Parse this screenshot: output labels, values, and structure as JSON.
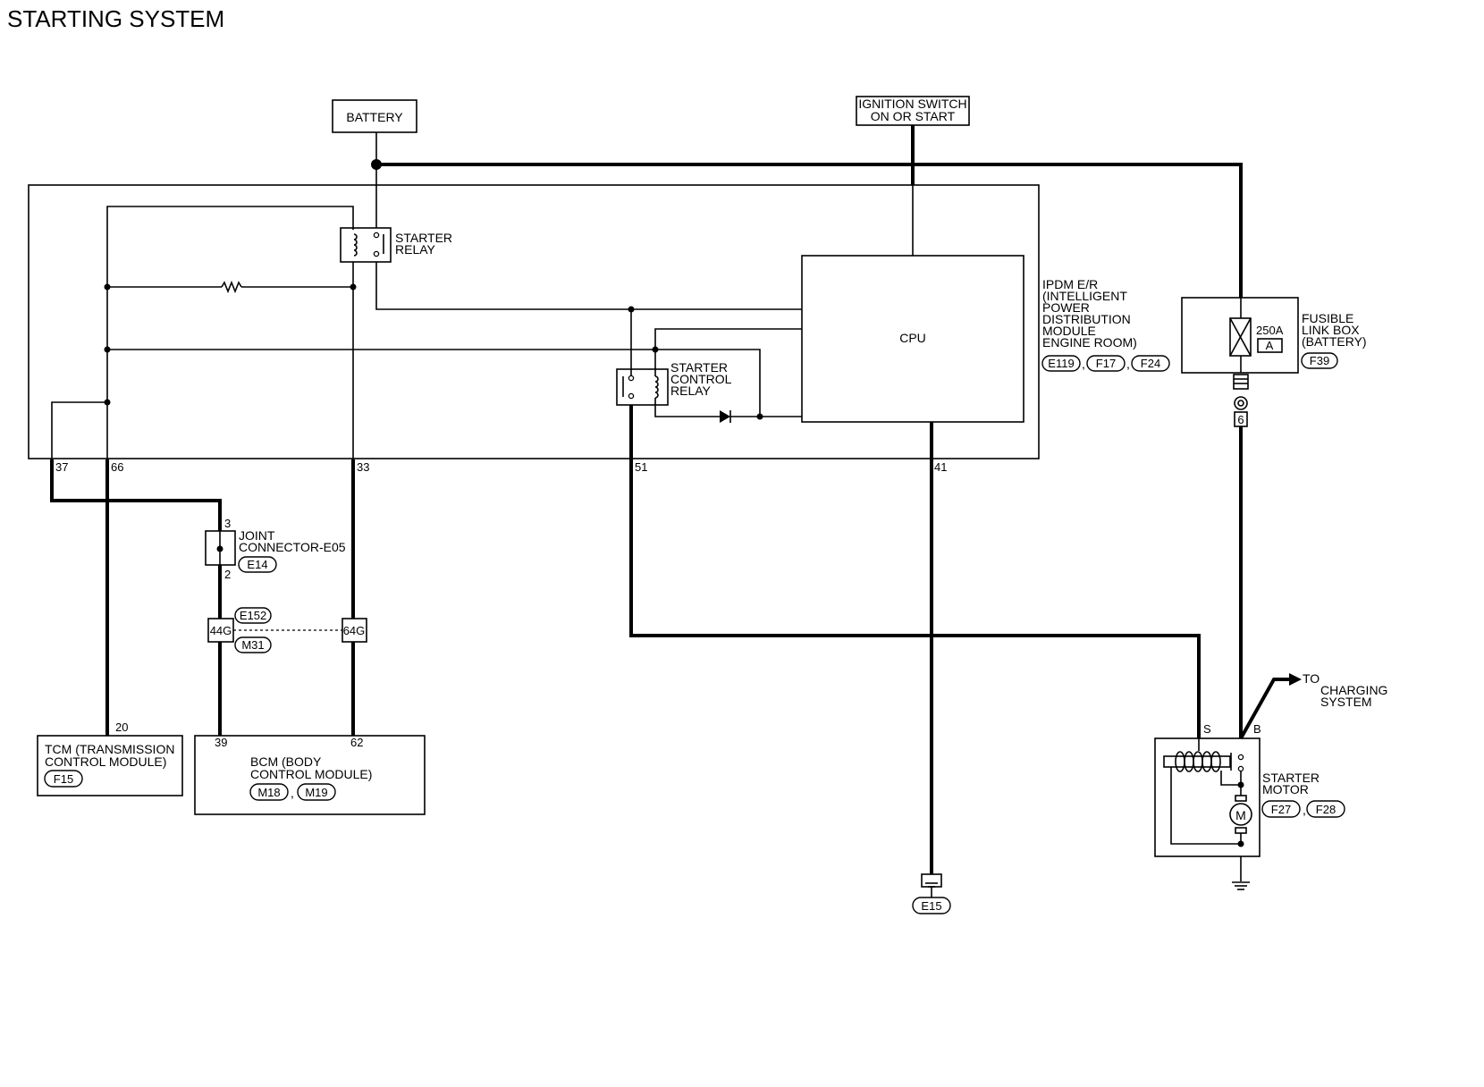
{
  "title": "STARTING SYSTEM",
  "battery": {
    "label": "BATTERY"
  },
  "ignition": {
    "line1": "IGNITION SWITCH",
    "line2": "ON OR START"
  },
  "starter_relay": {
    "line1": "STARTER",
    "line2": "RELAY"
  },
  "cpu": {
    "label": "CPU"
  },
  "starter_control_relay": {
    "line1": "STARTER",
    "line2": "CONTROL",
    "line3": "RELAY"
  },
  "ipdm": {
    "lines": [
      "IPDM E/R",
      "(INTELLIGENT",
      "POWER",
      "DISTRIBUTION",
      "MODULE",
      "ENGINE ROOM)"
    ],
    "connectors": [
      "E119",
      "F17",
      "F24"
    ]
  },
  "fusible_link": {
    "lines": [
      "FUSIBLE",
      "LINK BOX",
      "(BATTERY)"
    ],
    "connector": "F39",
    "rating": "250A",
    "letter": "A",
    "terminal": "6"
  },
  "ipdm_terminals": [
    "37",
    "66",
    "33",
    "51",
    "41"
  ],
  "joint_connector": {
    "line1": "JOINT",
    "line2": "CONNECTOR-E05",
    "connector": "E14",
    "pin_top": "3",
    "pin_bottom": "2"
  },
  "harness_connector": {
    "top": "E152",
    "bottom": "M31",
    "pin_left": "44G",
    "pin_right": "64G"
  },
  "tcm": {
    "line1": "TCM (TRANSMISSION",
    "line2": "CONTROL MODULE)",
    "connector": "F15",
    "pin": "20"
  },
  "bcm": {
    "line1": "BCM (BODY",
    "line2": "CONTROL MODULE)",
    "connectors": [
      "M18",
      "M19"
    ],
    "pin_left": "39",
    "pin_right": "62"
  },
  "starter_motor": {
    "line1": "STARTER",
    "line2": "MOTOR",
    "connectors": [
      "F27",
      "F28"
    ],
    "terminal_s": "S",
    "terminal_b": "B",
    "motor_symbol": "M"
  },
  "charging": {
    "to": "TO",
    "line1": "CHARGING",
    "line2": "SYSTEM"
  },
  "ground": {
    "connector": "E15"
  },
  "icons": [
    "relay-coil-icon",
    "resistor-icon",
    "diode-icon",
    "fuse-icon",
    "motor-icon",
    "ground-icon",
    "arrow-icon"
  ]
}
